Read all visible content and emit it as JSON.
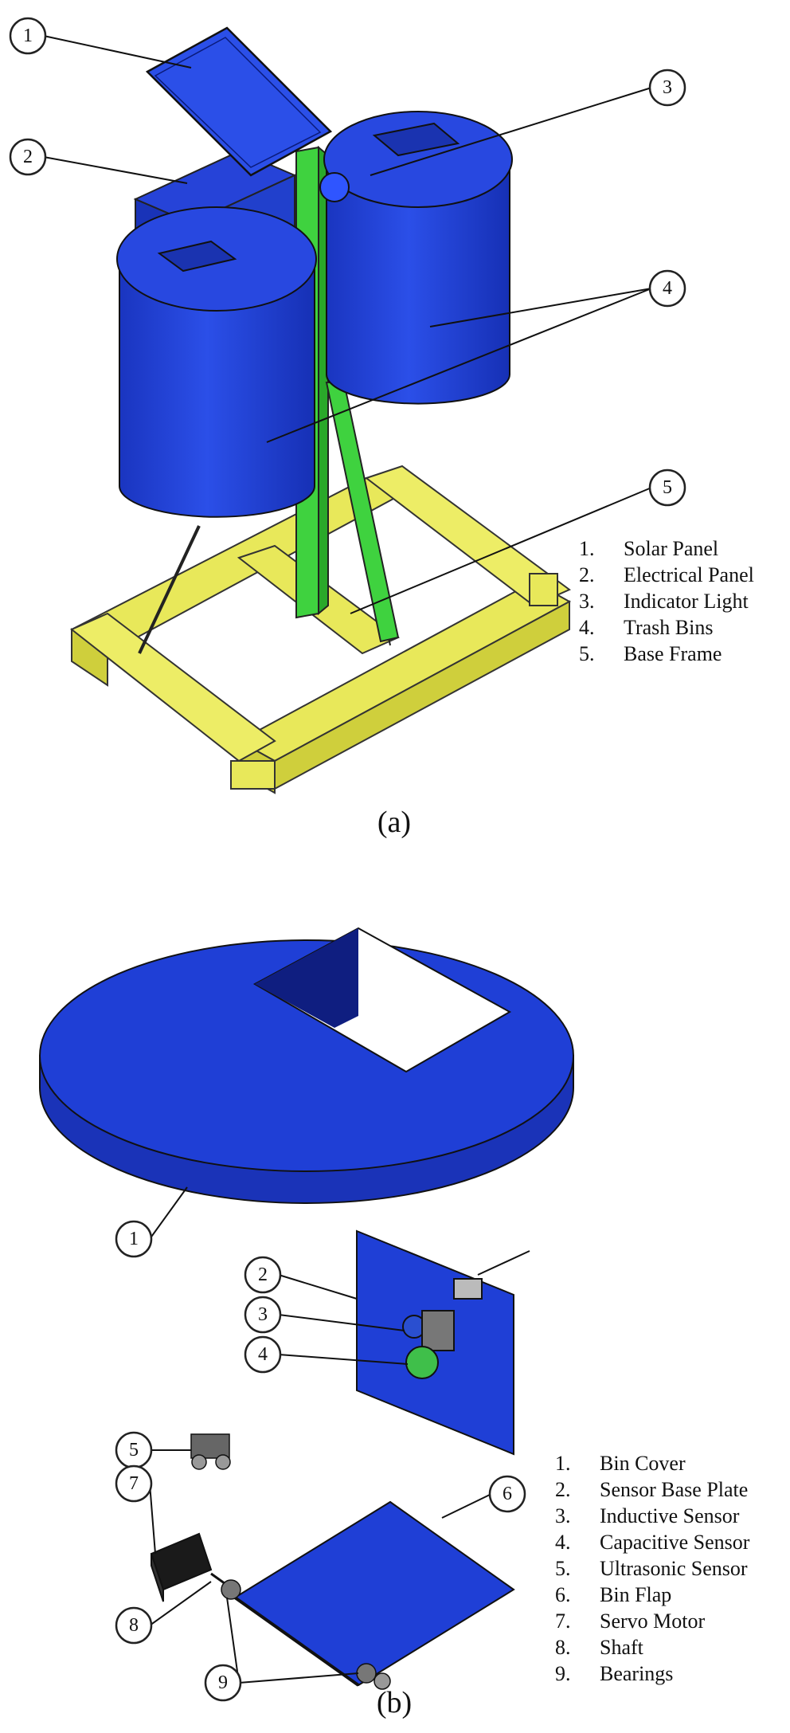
{
  "panel_a": {
    "caption": "(a)",
    "callouts": [
      "1",
      "2",
      "3",
      "4",
      "5"
    ],
    "legend": [
      {
        "num": "1.",
        "label": "Solar Panel"
      },
      {
        "num": "2.",
        "label": "Electrical Panel"
      },
      {
        "num": "3.",
        "label": "Indicator Light"
      },
      {
        "num": "4.",
        "label": "Trash Bins"
      },
      {
        "num": "5.",
        "label": "Base Frame"
      }
    ]
  },
  "panel_b": {
    "caption": "(b)",
    "callouts": [
      "1",
      "2",
      "3",
      "4",
      "5",
      "6",
      "7",
      "8",
      "9"
    ],
    "legend": [
      {
        "num": "1.",
        "label": "Bin Cover"
      },
      {
        "num": "2.",
        "label": "Sensor Base Plate"
      },
      {
        "num": "3.",
        "label": "Inductive Sensor"
      },
      {
        "num": "4.",
        "label": "Capacitive Sensor"
      },
      {
        "num": "5.",
        "label": "Ultrasonic Sensor"
      },
      {
        "num": "6.",
        "label": "Bin Flap"
      },
      {
        "num": "7.",
        "label": "Servo Motor"
      },
      {
        "num": "8.",
        "label": "Shaft"
      },
      {
        "num": "9.",
        "label": "Bearings"
      }
    ]
  },
  "colors": {
    "bin_blue": "#1f3fd6",
    "frame_yellow": "#e8e85a",
    "pole_green": "#3fd23f",
    "motor_black": "#1a1a1a"
  }
}
